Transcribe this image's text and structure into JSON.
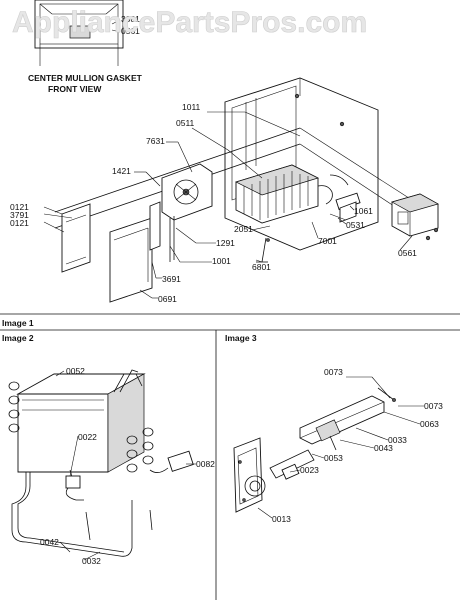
{
  "watermark": "AppliancePartsPros.com",
  "gasket": {
    "labels": [
      "3081",
      "0561"
    ],
    "caption_line1": "CENTER MULLION GASKET",
    "caption_line2": "FRONT VIEW"
  },
  "image1": {
    "title": "Image 1",
    "callouts": {
      "c1011": "1011",
      "c0511": "0511",
      "c7631": "7631",
      "c1421": "1421",
      "c0121a": "0121",
      "c3791": "3791",
      "c0121b": "0121",
      "c1291": "1291",
      "c2051": "2051",
      "c1001": "1001",
      "c6801": "6801",
      "c3691": "3691",
      "c0691": "0691",
      "c1061": "1061",
      "c0531": "0531",
      "c7001": "7001",
      "c0561": "0561"
    }
  },
  "image2": {
    "title": "Image 2",
    "callouts": {
      "c0052": "0052",
      "c0022": "0022",
      "c0082": "0082",
      "c0042": "0042",
      "c0032": "0032"
    }
  },
  "image3": {
    "title": "Image 3",
    "callouts": {
      "c0073a": "0073",
      "c0073b": "0073",
      "c0063": "0063",
      "c0033": "0033",
      "c0043": "0043",
      "c0053": "0053",
      "c0023": "0023",
      "c0013": "0013"
    }
  }
}
